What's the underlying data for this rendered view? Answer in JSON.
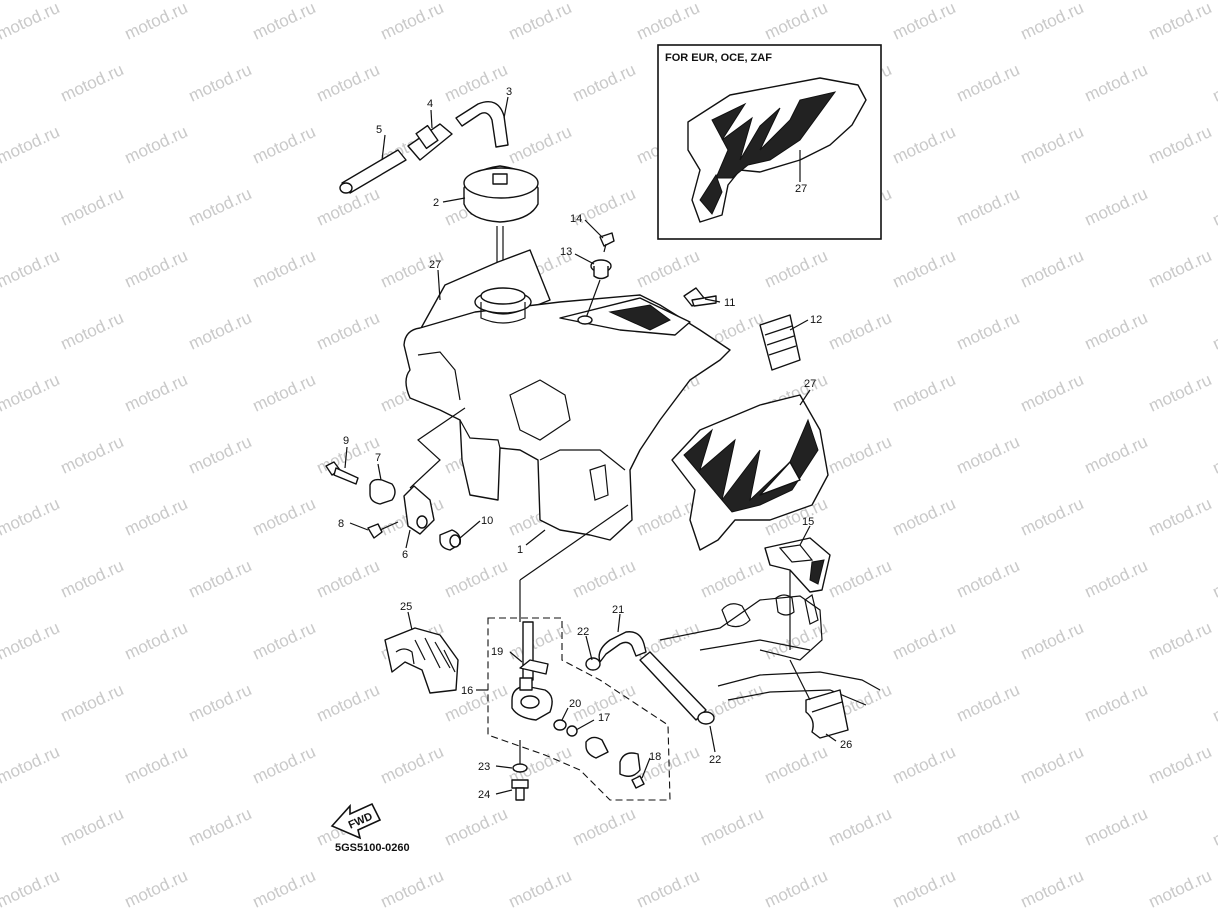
{
  "watermark": "motod.ru",
  "inset": {
    "title": "FOR EUR, OCE, ZAF",
    "label": "27"
  },
  "drawing_code": "5GS5100-0260",
  "fwd_label": "FWD",
  "callouts": {
    "c1": "1",
    "c2": "2",
    "c3": "3",
    "c4": "4",
    "c5": "5",
    "c6": "6",
    "c7": "7",
    "c8": "8",
    "c9": "9",
    "c10": "10",
    "c11": "11",
    "c12": "12",
    "c13": "13",
    "c14": "14",
    "c15": "15",
    "c16": "16",
    "c17": "17",
    "c18": "18",
    "c19": "19",
    "c20": "20",
    "c21": "21",
    "c22a": "22",
    "c22b": "22",
    "c23": "23",
    "c24": "24",
    "c25": "25",
    "c26": "26",
    "c27a": "27",
    "c27b": "27"
  },
  "colors": {
    "line": "#111111",
    "watermark": "#c9c9c9",
    "background": "#ffffff"
  }
}
